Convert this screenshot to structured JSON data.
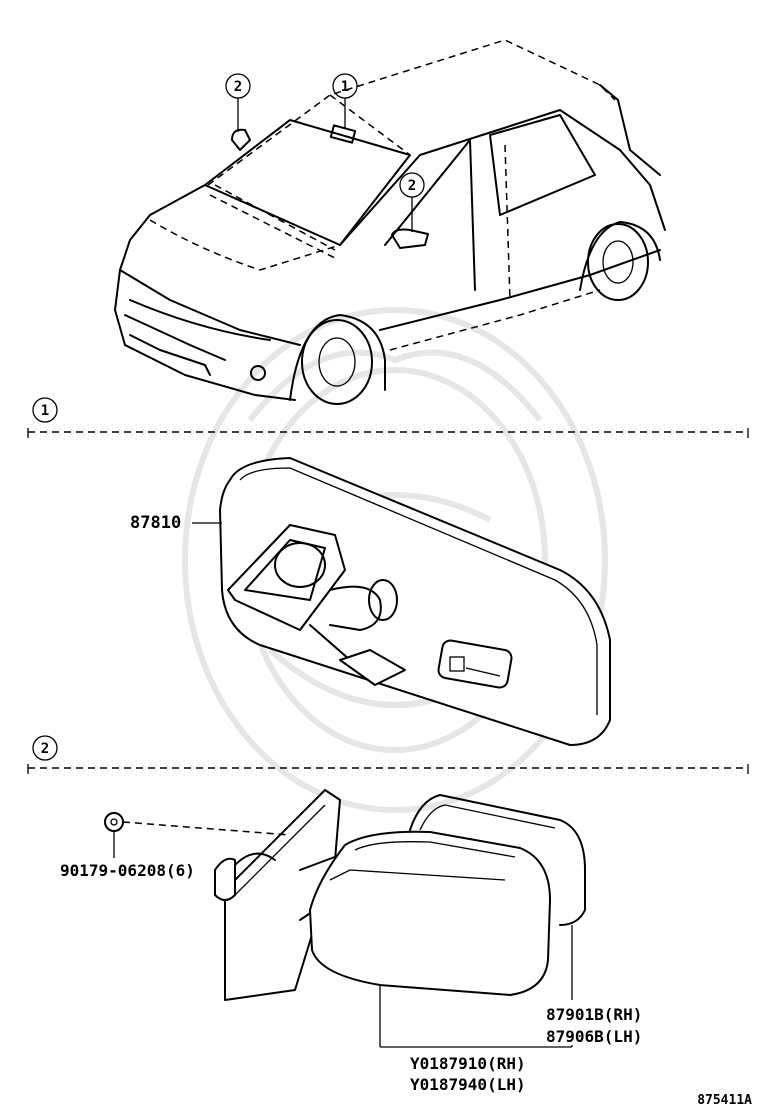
{
  "callouts": {
    "top_1": "1",
    "top_2a": "2",
    "top_2b": "2",
    "section_1": "1",
    "section_2": "2"
  },
  "parts": {
    "inner_mirror": "87810",
    "screw": "90179-06208(6)",
    "outer_mirror_rh": "87901B(RH)",
    "outer_mirror_lh": "87906B(LH)",
    "mirror_assy_rh": "Y0187910(RH)",
    "mirror_assy_lh": "Y0187940(LH)"
  },
  "figure_id": "875411A"
}
